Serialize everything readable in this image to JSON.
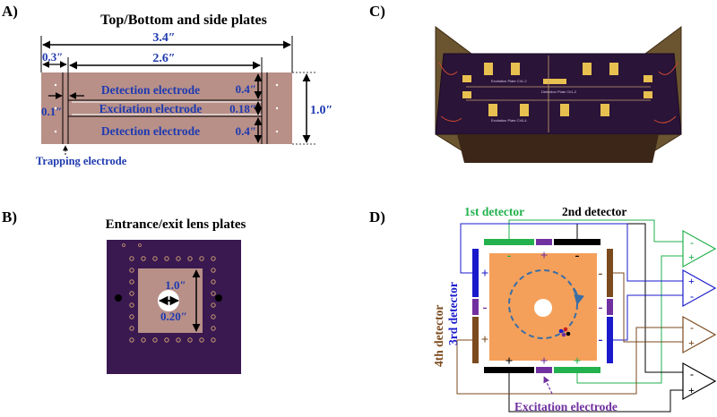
{
  "panel_a": {
    "letter": "A)",
    "title": "Top/Bottom and side plates",
    "dim_total": "3.4″",
    "dim_left": "0.3″",
    "dim_inner": "2.6″",
    "dim_gap": "0.1″",
    "dim_height": "1.0″",
    "dim_detect_top": "0.4″",
    "dim_excite": "0.18″",
    "dim_detect_bottom": "0.4″",
    "label_detect_top": "Detection electrode",
    "label_excite": "Excitation electrode",
    "label_detect_bottom": "Detection electrode",
    "label_trapping": "Trapping electrode"
  },
  "panel_b": {
    "letter": "B)",
    "title": "Entrance/exit lens plates",
    "dim_width": "1.0″",
    "dim_hole": "0.20″"
  },
  "panel_c": {
    "letter": "C)",
    "pcb_text": [
      "Excitation Plate Ch1-2",
      "Detection Plate Ch1-2",
      "Excitation Plate Ch3-4"
    ]
  },
  "panel_d": {
    "letter": "D)",
    "label_1st": "1st detector",
    "label_2nd": "2nd detector",
    "label_3rd": "3rd detector",
    "label_4th": "4th detector",
    "label_excitation": "Excitation electrode",
    "plus": "+",
    "minus": "-"
  },
  "colors": {
    "copper": "#b89088",
    "pcb_purple": "#3a1850",
    "orange": "#f5a05a",
    "green": "#22b14c",
    "black": "#000000",
    "blue": "#1a1acc",
    "purple": "#7030a0",
    "brown": "#7b4a1e",
    "label_blue": "#1f3ab0"
  }
}
